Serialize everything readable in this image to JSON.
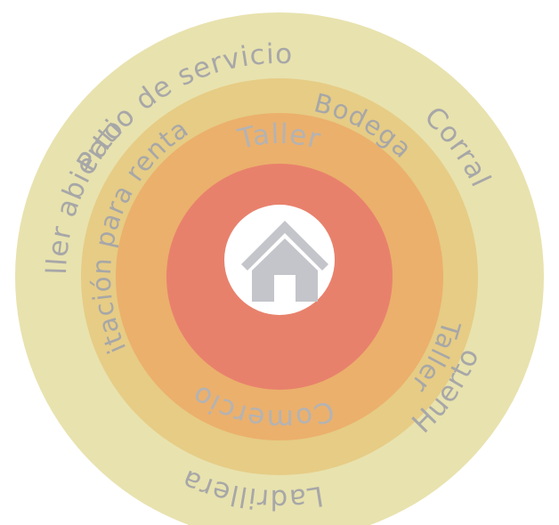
{
  "colors": {
    "outer_ring": "#E8E2AE",
    "ring_2": "#E6CC85",
    "ring_3": "#EBB06C",
    "core": "#E8816C",
    "center_circle": "#FFFFFF",
    "house_icon": "#C3C5CA",
    "label_outer": "#A7A7A8",
    "label_inner": "#B3B3B4"
  },
  "center_icon": "house-icon",
  "rings": {
    "outer": {
      "patio_de_servicio": "Patio de servicio",
      "corral": "Corral",
      "huerto": "Huerto",
      "ladrillera": "Ladrillera",
      "taller_abierto": "Taller abierto"
    },
    "middle": {
      "bodega": "Bodega",
      "taller": "Taller",
      "habitacion_para_renta": "Habitación para renta"
    },
    "inner": {
      "taller": "Taller",
      "comercio": "Comercio"
    }
  }
}
